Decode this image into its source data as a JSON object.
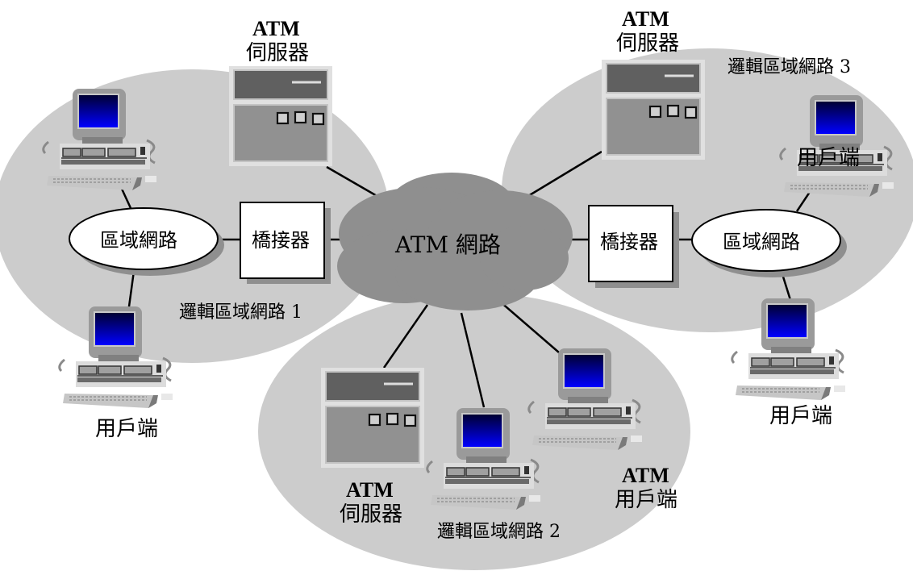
{
  "diagram": {
    "title": "ATM LAN emulation network",
    "colors": {
      "region": "#cccccc",
      "cloud": "#8f8f8f",
      "server_top": "#606060",
      "server_body": "#919191",
      "screen_top": "#000033",
      "screen_bottom": "#0000ff",
      "line": "#000000"
    },
    "cloud": {
      "label": "ATM 網路"
    },
    "regions": [
      {
        "id": "vlan1",
        "label": "邏輯區域網路 1"
      },
      {
        "id": "vlan2",
        "label": "邏輯區域網路 2"
      },
      {
        "id": "vlan3",
        "label": "邏輯區域網路 3"
      }
    ],
    "bridges": [
      {
        "id": "bridge-left",
        "label": "橋接器"
      },
      {
        "id": "bridge-right",
        "label": "橋接器"
      }
    ],
    "lans": [
      {
        "id": "lan-left",
        "label": "區域網路"
      },
      {
        "id": "lan-right",
        "label": "區域網路"
      }
    ],
    "servers": [
      {
        "id": "server-top-left",
        "label_line1": "ATM",
        "label_line2": "伺服器"
      },
      {
        "id": "server-top-right",
        "label_line1": "ATM",
        "label_line2": "伺服器"
      },
      {
        "id": "server-bottom",
        "label_line1": "ATM",
        "label_line2": "伺服器"
      }
    ],
    "clients": [
      {
        "id": "client-left-top",
        "label": ""
      },
      {
        "id": "client-left-bottom",
        "label": "用戶端"
      },
      {
        "id": "client-right-top",
        "label": "用戶端"
      },
      {
        "id": "client-right-bottom",
        "label": "用戶端"
      },
      {
        "id": "client-bottom-mid",
        "label": ""
      },
      {
        "id": "client-bottom-right",
        "label_line1": "ATM",
        "label_line2": "用戶端"
      }
    ]
  }
}
